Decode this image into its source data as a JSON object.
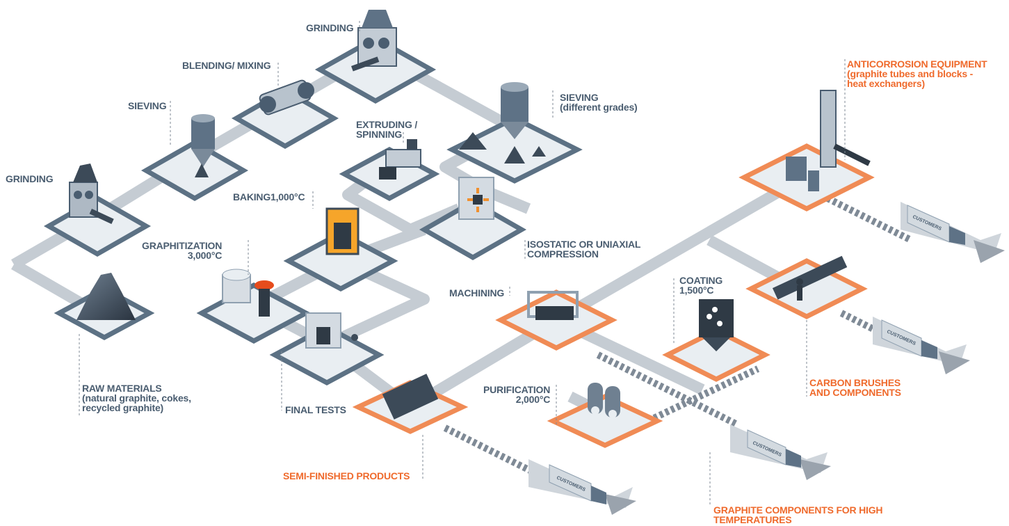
{
  "colors": {
    "process": "#4a5d70",
    "product": "#ef6a2c",
    "conveyor": "#c5ccd3",
    "platform_edge": "#5c7184",
    "platform_top": "#e9eef2",
    "highlight_edge": "#f08b55",
    "arrow": "#9aa3ad"
  },
  "labels": {
    "grinding_1": "GRINDING",
    "sieving_1": "SIEVING",
    "blending": "BLENDING/ MIXING",
    "grinding_2": "GRINDING",
    "sieving_2": [
      "SIEVING",
      "(different grades)"
    ],
    "extruding": [
      "EXTRUDING /",
      "SPINNING"
    ],
    "baking": "BAKING1,000°C",
    "isostatic": [
      "ISOSTATIC OR UNIAXIAL",
      "COMPRESSION"
    ],
    "graphitization": [
      "GRAPHITIZATION",
      "3,000°C"
    ],
    "raw_materials": [
      "RAW MATERIALS",
      "(natural graphite, cokes,",
      "recycled graphite)"
    ],
    "final_tests": "FINAL TESTS",
    "machining": "MACHINING",
    "coating": [
      "COATING",
      "1,500°C"
    ],
    "purification": [
      "PURIFICATION",
      "2,000°C"
    ],
    "semi_finished": "SEMI-FINISHED PRODUCTS",
    "anticorrosion": [
      "ANTICORROSION EQUIPMENT",
      "(graphite tubes and blocks -",
      "heat exchangers)"
    ],
    "carbon_brushes": [
      "CARBON BRUSHES",
      "AND COMPONENTS"
    ],
    "graphite_high_temp": [
      "GRAPHITE COMPONENTS FOR HIGH",
      "TEMPERATURES"
    ],
    "truck_text": "CUSTOMERS"
  }
}
